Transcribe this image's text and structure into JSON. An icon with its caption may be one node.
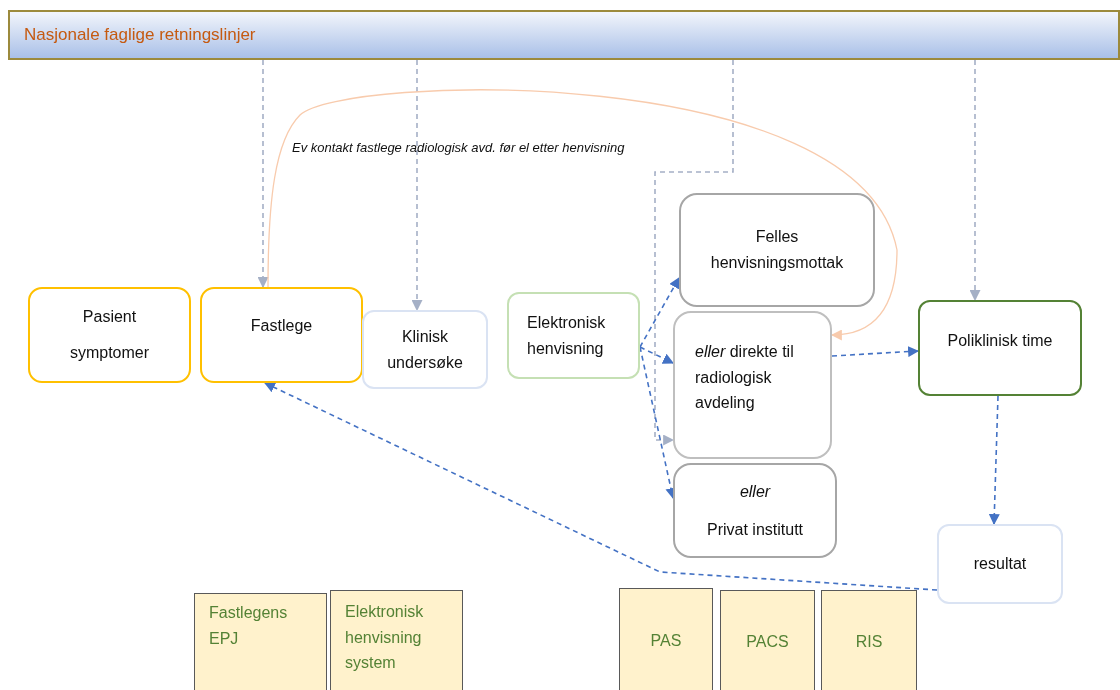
{
  "diagram": {
    "nodes": [
      {
        "text": [
          "Nasjonale faglige retningslinjer"
        ]
      },
      {
        "text": [
          "Pasient",
          "symptomer"
        ]
      },
      {
        "text": [
          "Fastlege"
        ]
      },
      {
        "text": [
          "Klinisk undersøke"
        ]
      },
      {
        "text": [
          "Elektronisk henvisning"
        ]
      },
      {
        "text": [
          "Felles henvisningsmottak"
        ]
      },
      {
        "text": [
          "*eller* direkte til radiologisk avdeling"
        ]
      },
      {
        "text": [
          "eller",
          "Privat institutt"
        ]
      },
      {
        "text": [
          "Poliklinisk time"
        ]
      },
      {
        "text": [
          "resultat"
        ]
      },
      {
        "text": [
          "Fastlegens EPJ"
        ]
      },
      {
        "text": [
          "Elektronisk henvisning system"
        ]
      },
      {
        "text": [
          "PAS"
        ]
      },
      {
        "text": [
          "PACS"
        ]
      },
      {
        "text": [
          "RIS"
        ]
      }
    ],
    "edges": [
      {
        "from": 0,
        "to": 2,
        "arrow": "to",
        "style": "dashed",
        "color": "#a5b0c6"
      },
      {
        "from": 0,
        "to": 3,
        "arrow": "to",
        "style": "dashed",
        "color": "#a5b0c6"
      },
      {
        "from": 0,
        "to": 6,
        "arrow": "to",
        "style": "dashed",
        "color": "#a5b0c6"
      },
      {
        "from": 0,
        "to": 8,
        "arrow": "to",
        "style": "dashed",
        "color": "#a5b0c6"
      },
      {
        "from": 2,
        "to": 6,
        "arrow": "to",
        "color": "#f8cbad"
      },
      {
        "from": 4,
        "to": 5,
        "arrow": "to",
        "style": "dashed"
      },
      {
        "from": 4,
        "to": 6,
        "arrow": "to",
        "style": "dashed"
      },
      {
        "from": 4,
        "to": 7,
        "arrow": "to",
        "style": "dashed"
      },
      {
        "from": 6,
        "to": 8,
        "arrow": "to",
        "style": "dashed"
      },
      {
        "from": 8,
        "to": 9,
        "arrow": "to",
        "style": "dashed"
      },
      {
        "from": 9,
        "to": 2,
        "arrow": "to",
        "style": "dashed"
      }
    ],
    "labels": [
      "Ev kontakt fastlege radiologisk avd. før el etter henvisning"
    ]
  }
}
